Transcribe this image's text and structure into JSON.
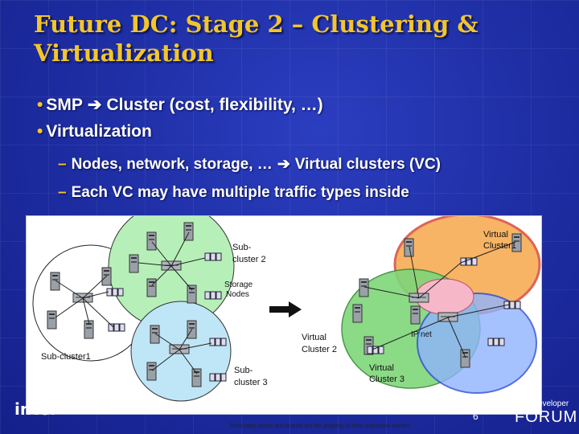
{
  "slide": {
    "title_line1": "Future DC: Stage 2 – Clustering &",
    "title_line2": "Virtualization",
    "bullets": [
      {
        "before": "SMP",
        "after": "Cluster (cost, flexibility, …)"
      },
      {
        "text": "Virtualization"
      }
    ],
    "sub_bullets": [
      {
        "before": "Nodes, network, storage, …",
        "after": "Virtual clusters (VC)"
      },
      {
        "text": "Each VC may have multiple traffic types inside"
      }
    ],
    "page_number": "6"
  },
  "diagram": {
    "labels": {
      "subcluster2_a": "Sub-",
      "subcluster2_b": "cluster 2",
      "storage_a": "Storage",
      "storage_b": "Nodes",
      "subcluster1": "Sub-cluster1",
      "subcluster3_a": "Sub-",
      "subcluster3_b": "cluster 3",
      "vcluster1_a": "Virtual",
      "vcluster1_b": "Cluster1",
      "vcluster2_a": "Virtual",
      "vcluster2_b": "Cluster 2",
      "vcluster3_a": "Virtual",
      "vcluster3_b": "Cluster 3",
      "ip_net": "IP net"
    }
  },
  "footer": {
    "disclaimer": "Third party marks and brands are the property of their respective owners",
    "intel_logo": "intel",
    "forum_line1": "Intel Developer",
    "forum_line2": "FORUM"
  },
  "colors": {
    "title": "#f2c62b",
    "background": "#1f2fa6",
    "subcluster2": "#b6f0b8",
    "subcluster3": "#bfe6f7",
    "vc1": "#e86a5c",
    "vc2": "#7fd67a",
    "vc3": "#8fb4ff"
  }
}
